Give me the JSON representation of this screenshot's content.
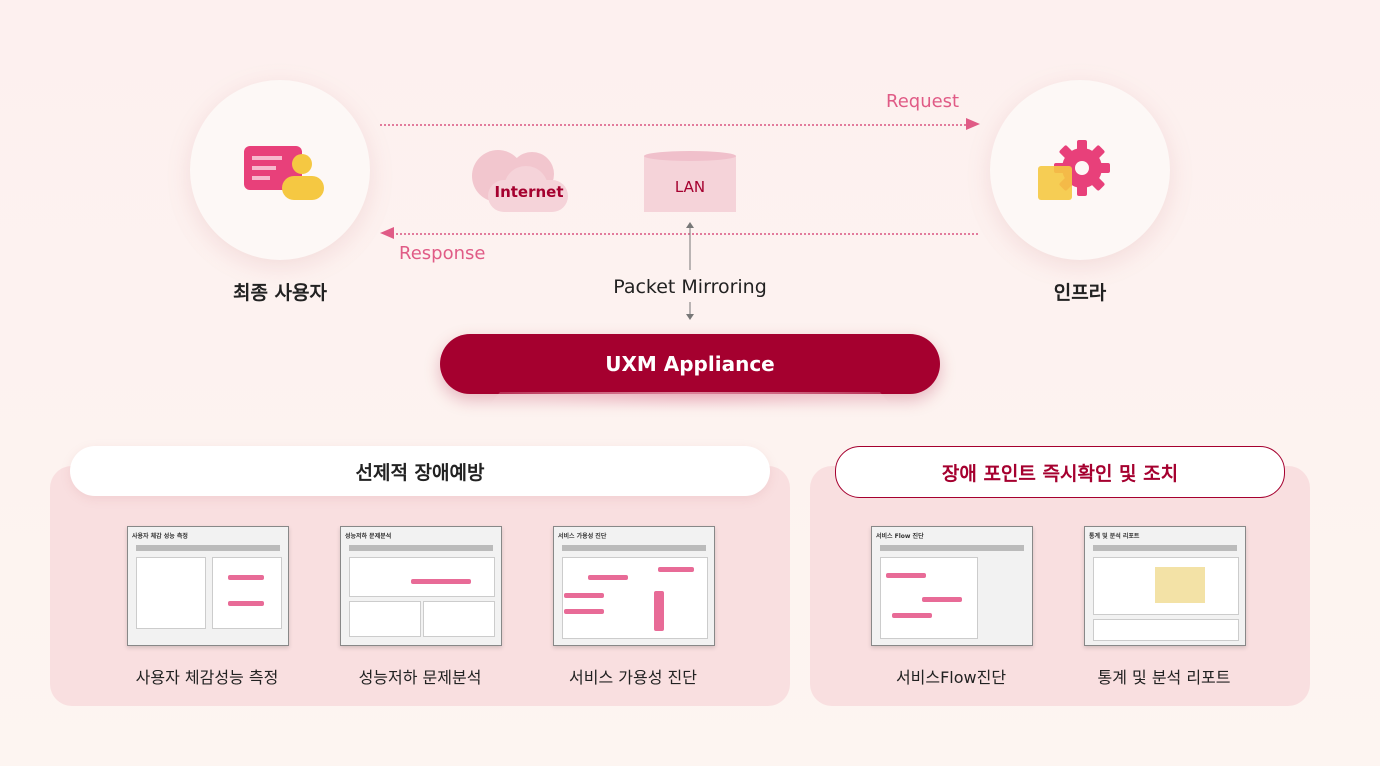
{
  "nodes": {
    "end_user": "최종 사용자",
    "infra": "인프라",
    "internet": "Internet",
    "lan": "LAN",
    "packet_mirroring": "Packet Mirroring",
    "appliance": "UXM Appliance"
  },
  "flows": {
    "request": "Request",
    "response": "Response"
  },
  "panels": {
    "left": {
      "title": "선제적 장애예방",
      "items": [
        {
          "caption": "사용자 체감성능 측정",
          "thumb_title": "사용자 체감 성능 측정"
        },
        {
          "caption": "성능저하 문제분석",
          "thumb_title": "성능저하 문제분석"
        },
        {
          "caption": "서비스 가용성 진단",
          "thumb_title": "서비스 가용성 진단"
        }
      ]
    },
    "right": {
      "title": "장애 포인트 즉시확인 및 조치",
      "items": [
        {
          "caption": "서비스Flow진단",
          "thumb_title": "서비스 Flow 진단"
        },
        {
          "caption": "통계 및 분석 리포트",
          "thumb_title": "통계 및 분석 리포트"
        }
      ]
    }
  },
  "colors": {
    "accent": "#a5002f",
    "pink": "#e05b86",
    "panel": "#f9dfe0"
  }
}
